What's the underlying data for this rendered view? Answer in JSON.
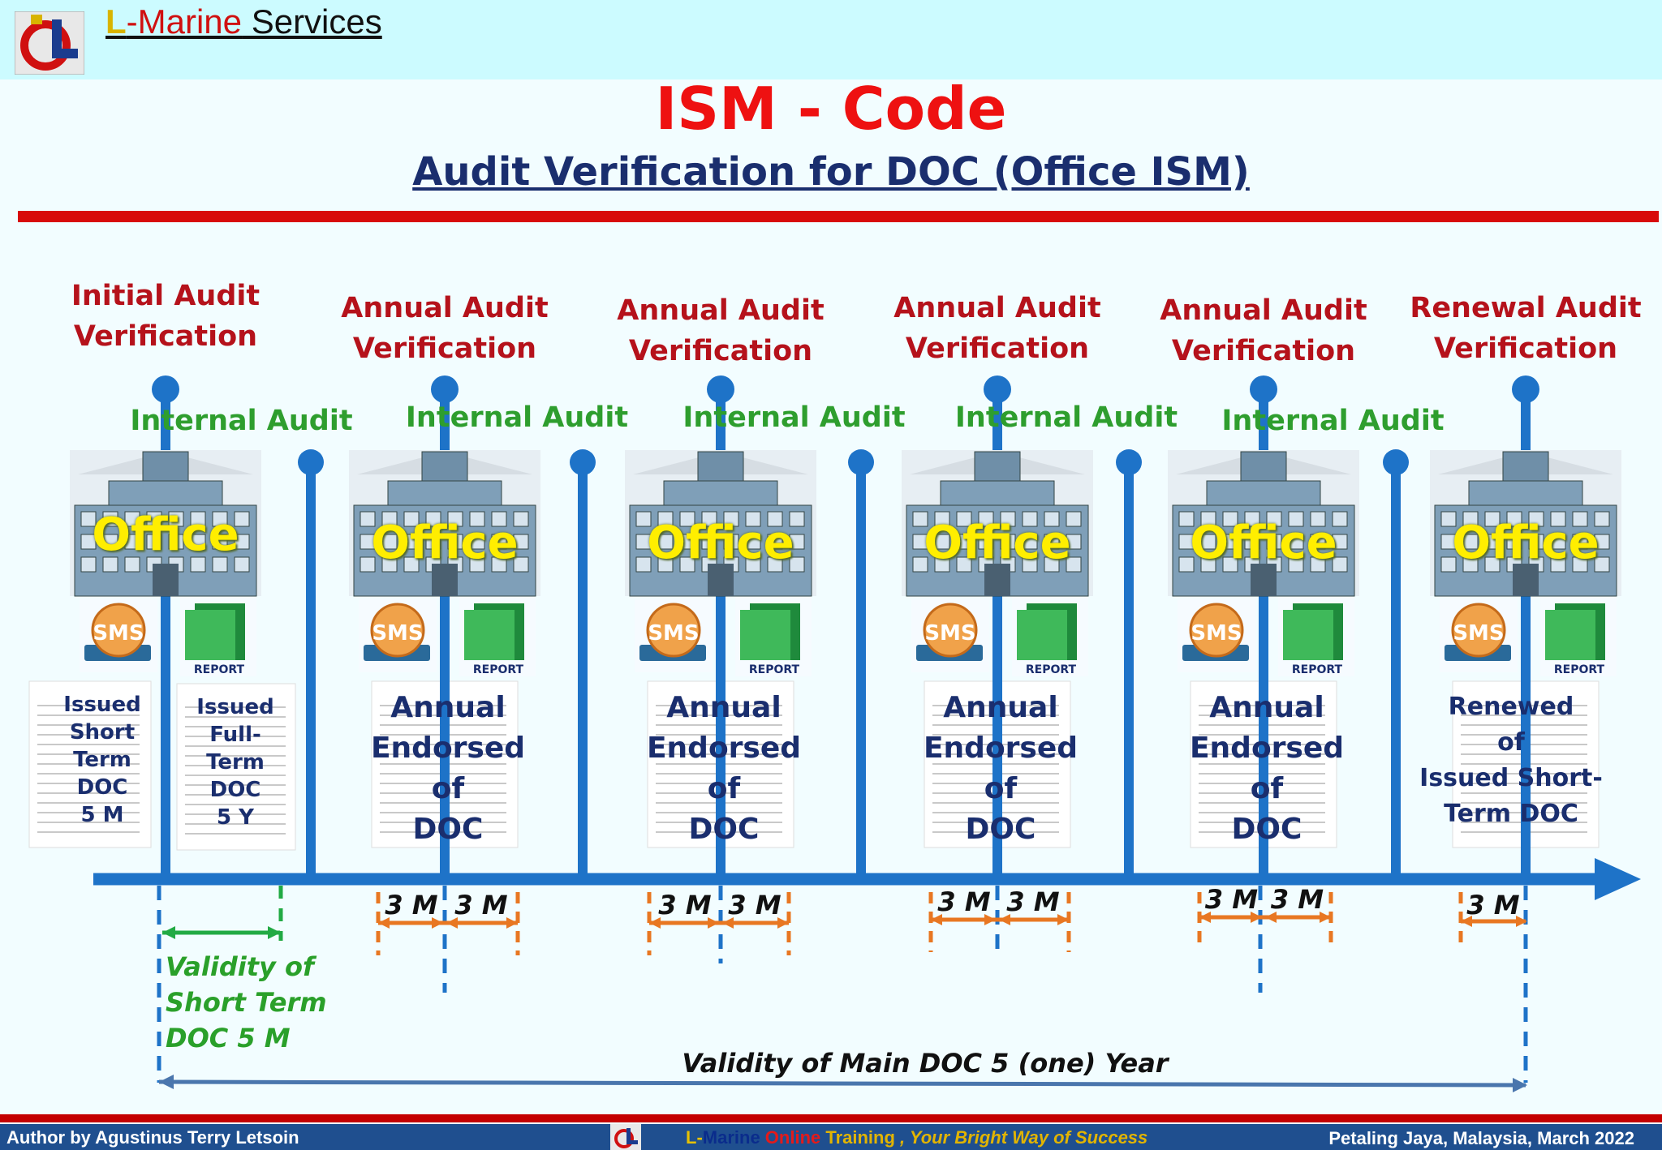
{
  "header": {
    "brand_l": "L",
    "brand_marine": "-Marine",
    "brand_services": " Services"
  },
  "title": "ISM - Code",
  "subtitle": "Audit Verification for DOC (Office ISM)",
  "audits": [
    {
      "label": "Initial Audit\nVerification",
      "doc_text": "Issued\nShort\nTerm\nDOC\n5 M"
    },
    {
      "label": "Annual Audit\nVerification",
      "doc_text": "Annual\nEndorsed\nof\nDOC"
    },
    {
      "label": "Annual Audit\nVerification",
      "doc_text": "Annual\nEndorsed\nof\nDOC"
    },
    {
      "label": "Annual Audit\nVerification",
      "doc_text": "Annual\nEndorsed\nof\nDOC"
    },
    {
      "label": "Annual Audit\nVerification",
      "doc_text": "Annual\nEndorsed\nof\nDOC"
    },
    {
      "label": "Renewal Audit\nVerification",
      "doc_text": "Renewed\nof\nIssued Short-\nTerm DOC"
    }
  ],
  "full_term_doc_text": "Issued\nFull-\nTerm\nDOC\n5 Y",
  "internal_audit_label": "Internal Audit",
  "office_label": "Office",
  "sms_label": "SMS",
  "report_label": "REPORT",
  "window_label": "3 M",
  "short_term_validity": "Validity of\nShort Term\nDOC 5 M",
  "main_validity": "Validity of Main DOC 5 (one) Year",
  "footer": {
    "author": "Author by Agustinus Terry Letsoin",
    "slogan_l": "L-",
    "slogan_marine": "Marine ",
    "slogan_online": "Online ",
    "slogan_training": "Training ",
    "slogan_tagline": " , Your Bright Way of Success",
    "place_date": "Petaling Jaya, Malaysia, March 2022"
  },
  "colors": {
    "timeline": "#1e73c8",
    "audit_label": "#b5121b",
    "internal_audit": "#2e9e2e",
    "window_marker": "#e87722",
    "title": "#ee1111",
    "subtitle": "#1a2e6e"
  }
}
